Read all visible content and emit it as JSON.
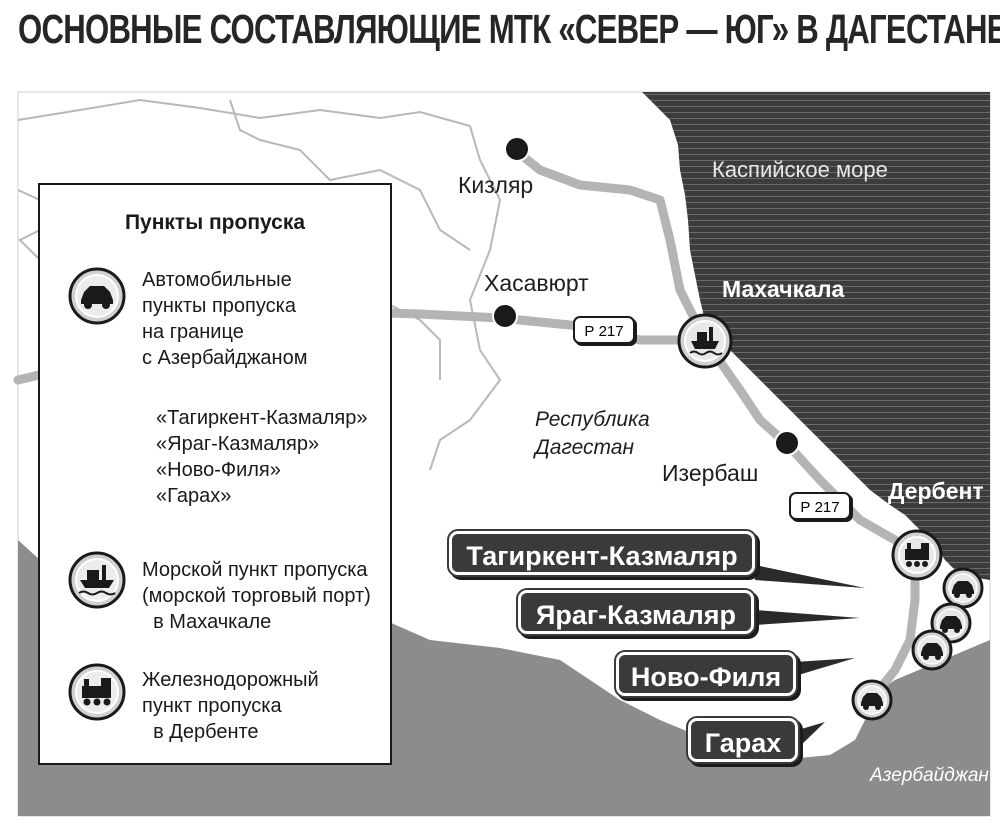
{
  "title": "ОСНОВНЫЕ СОСТАВЛЯЮЩИЕ МТК «СЕВЕР — ЮГ» В ДАГЕСТАНЕ",
  "map": {
    "sea_label": "Каспийское море",
    "republic_label_line1": "Республика",
    "republic_label_line2": "Дагестан",
    "neighbor_label": "Азербайджан",
    "cities": {
      "kizlyar": "Кизляр",
      "khasavyurt": "Хасавюрт",
      "makhachkala": "Махачкала",
      "izberbash": "Изербаш",
      "derbent": "Дербент"
    },
    "road_signs": [
      "Р 217",
      "Р 217"
    ],
    "checkpoints": [
      "Тагиркент-Казмаляр",
      "Яраг-Казмаляр",
      "Ново-Филя",
      "Гарах"
    ]
  },
  "legend": {
    "title": "Пункты пропуска",
    "auto": {
      "icon": "car-icon",
      "lines": [
        "Автомобильные",
        "пункты пропуска",
        "на границе",
        "с Азербайджаном"
      ],
      "items": [
        "«Тагиркент-Казмаляр»",
        "«Яраг-Казмаляр»",
        "«Ново-Филя»",
        "«Гарах»"
      ]
    },
    "sea": {
      "icon": "ship-icon",
      "lines": [
        "Морской пункт пропуска",
        "(морской торговый порт)",
        "  в Махачкале"
      ]
    },
    "rail": {
      "icon": "train-icon",
      "lines": [
        "Железнодорожный",
        "пункт пропуска",
        "  в Дербенте"
      ]
    }
  },
  "colors": {
    "sea": "#3c3c3c",
    "land": "#ffffff",
    "neighbor": "#8c8c8c",
    "road": "#b4b4b4",
    "label_bg": "#3a3a3a"
  }
}
